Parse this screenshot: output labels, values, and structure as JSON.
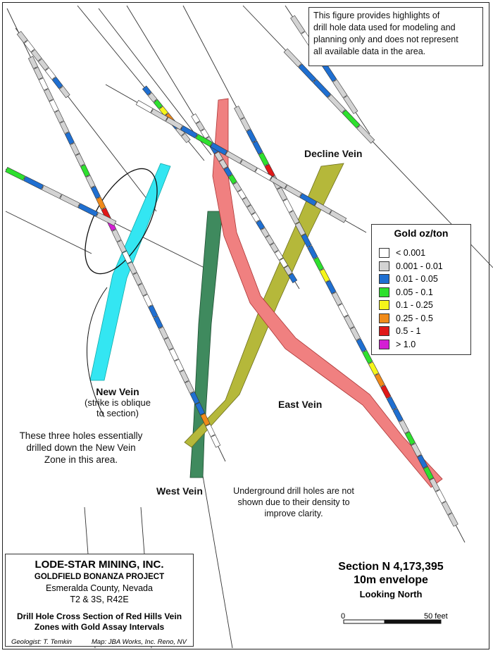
{
  "note": {
    "line1": "This figure provides highlights of",
    "line2": "drill hole data used for modeling and",
    "line3": "planning only and does not represent",
    "line4": "all available data in the area."
  },
  "veins": {
    "decline": "Decline Vein",
    "new": "New Vein",
    "new_note1": "(strike is oblique",
    "new_note2": "to section)",
    "east": "East Vein",
    "west": "West Vein"
  },
  "annotation_three_holes": {
    "line1": "These three holes essentially",
    "line2": "drilled down the New Vein",
    "line3": "Zone in this area."
  },
  "annotation_underground": {
    "line1": "Underground drill holes are not",
    "line2": "shown due to their density to",
    "line3": "improve clarity."
  },
  "legend": {
    "title": "Gold oz/ton",
    "items": [
      {
        "label": "< 0.001",
        "color": "#ffffff"
      },
      {
        "label": "0.001 - 0.01",
        "color": "#d3d3d3"
      },
      {
        "label": "0.01 - 0.05",
        "color": "#1f6fd1"
      },
      {
        "label": "0.05 - 0.1",
        "color": "#2ee02e"
      },
      {
        "label": "0.1 - 0.25",
        "color": "#f5f51a"
      },
      {
        "label": "0.25 - 0.5",
        "color": "#f08a1a"
      },
      {
        "label": "0.5 - 1",
        "color": "#e01818"
      },
      {
        "label": "> 1.0",
        "color": "#d41fd4"
      }
    ]
  },
  "title_block": {
    "company": "LODE-STAR MINING, INC.",
    "project": "GOLDFIELD BONANZA PROJECT",
    "county": "Esmeralda County, Nevada",
    "township": "T2 & 3S, R42E",
    "desc1": "Drill Hole Cross Section of Red Hills Vein",
    "desc2": "Zones with Gold Assay Intervals",
    "geologist": "Geologist: T. Temkin",
    "map_by": "Map: JBA Works, Inc. Reno, NV"
  },
  "section": {
    "line1": "Section N 4,173,395",
    "line2": "10m envelope",
    "line3": "Looking North"
  },
  "scale": {
    "start": "0",
    "end": "50 feet"
  },
  "vein_colors": {
    "east": "#f08080",
    "west": "#3f8a5e",
    "new": "#33e6f2",
    "decline": "#b5b83a"
  }
}
